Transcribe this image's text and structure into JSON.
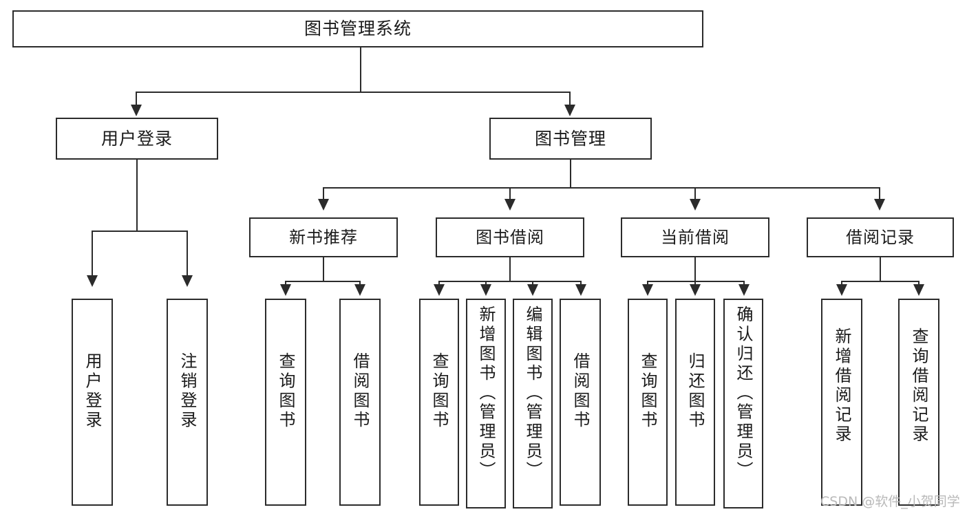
{
  "diagram": {
    "type": "tree-hierarchy",
    "title": "图书管理系统",
    "root": {
      "id": "root",
      "label": "图书管理系统"
    },
    "level2": [
      {
        "id": "user-login",
        "label": "用户登录"
      },
      {
        "id": "book-management",
        "label": "图书管理"
      }
    ],
    "level3": [
      {
        "id": "new-book-recommend",
        "label": "新书推荐",
        "parent": "book-management"
      },
      {
        "id": "book-borrow",
        "label": "图书借阅",
        "parent": "book-management"
      },
      {
        "id": "current-borrow",
        "label": "当前借阅",
        "parent": "book-management"
      },
      {
        "id": "borrow-record",
        "label": "借阅记录",
        "parent": "book-management"
      }
    ],
    "leaves": [
      {
        "id": "leaf-user-login",
        "label": "用户登录",
        "parent": "user-login"
      },
      {
        "id": "leaf-logout",
        "label": "注销登录",
        "parent": "user-login"
      },
      {
        "id": "leaf-query-book-1",
        "label": "查询图书",
        "parent": "new-book-recommend"
      },
      {
        "id": "leaf-borrow-book-1",
        "label": "借阅图书",
        "parent": "new-book-recommend"
      },
      {
        "id": "leaf-query-book-2",
        "label": "查询图书",
        "parent": "book-borrow"
      },
      {
        "id": "leaf-add-book",
        "label": "新增图书（管理员）",
        "parent": "book-borrow"
      },
      {
        "id": "leaf-edit-book",
        "label": "编辑图书（管理员）",
        "parent": "book-borrow"
      },
      {
        "id": "leaf-borrow-book-2",
        "label": "借阅图书",
        "parent": "book-borrow"
      },
      {
        "id": "leaf-query-book-3",
        "label": "查询图书",
        "parent": "current-borrow"
      },
      {
        "id": "leaf-return-book",
        "label": "归还图书",
        "parent": "current-borrow"
      },
      {
        "id": "leaf-confirm-return",
        "label": "确认归还（管理员）",
        "parent": "current-borrow"
      },
      {
        "id": "leaf-add-record",
        "label": "新增借阅记录",
        "parent": "borrow-record"
      },
      {
        "id": "leaf-query-record",
        "label": "查询借阅记录",
        "parent": "borrow-record"
      }
    ]
  },
  "watermark": {
    "text": "CSDN @软件_小贺同学"
  },
  "colors": {
    "stroke": "#2b2b2b",
    "background": "#ffffff",
    "text": "#1a1a1a",
    "watermark": "#b9b9b9"
  }
}
